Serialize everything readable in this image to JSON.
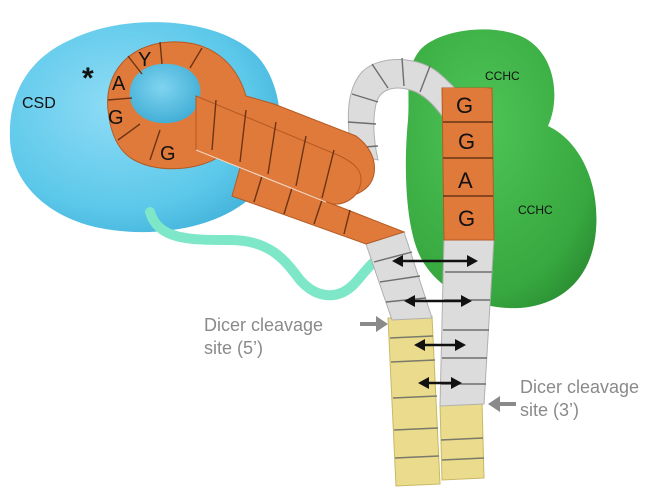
{
  "domains": {
    "csd": "CSD",
    "cchc_top": "CCHC",
    "cchc_bottom": "CCHC"
  },
  "loop_nucleotides": [
    "A",
    "Y",
    "G",
    "G"
  ],
  "star_marker": "*",
  "gggag_motif": [
    "G",
    "G",
    "A",
    "G"
  ],
  "dicer_5": {
    "line1": "Dicer cleavage",
    "line2": "site (5’)"
  },
  "dicer_3": {
    "line1": "Dicer cleavage",
    "line2": "site (3’)"
  },
  "colors": {
    "csd": "#5cc8ea",
    "csd_inner": "#48b6dc",
    "cchc": "#42b34a",
    "linker": "#7ee7c7",
    "rna_orange": "#e07a3a",
    "rna_grey": "#d9d9d9",
    "rna_yellow": "#eadc8c",
    "arrow": "#111111",
    "callout_arrow": "#8a8a8a",
    "callout_text": "#8a8a8a"
  },
  "base_pair_arrows": 4
}
